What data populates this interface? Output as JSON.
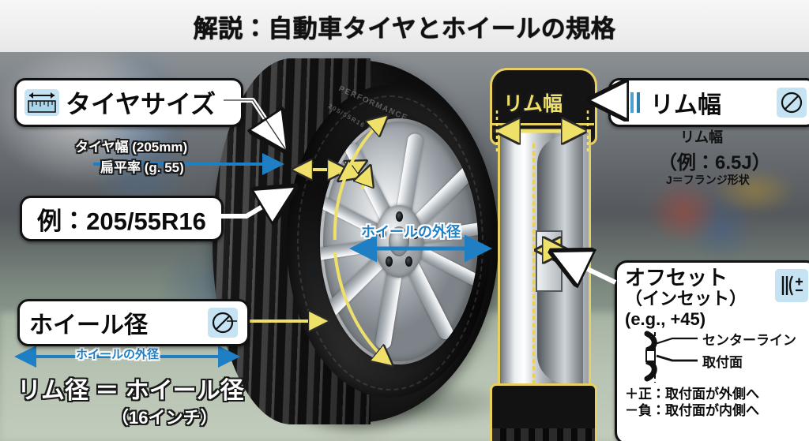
{
  "header": {
    "title": "解説：自動車タイヤとホイールの規格"
  },
  "callouts": {
    "tire_size": {
      "label": "タイヤサイズ",
      "icon": "ruler-icon"
    },
    "wheel_diameter": {
      "label": "ホイール径",
      "icon": "diameter-icon"
    },
    "rim_width": {
      "label": "リム幅",
      "icon_bars": "vertical-bars-icon",
      "icon_diameter": "diameter-icon"
    },
    "offset": {
      "line1": "オフセット",
      "line2": "（インセット）",
      "line3": "(e.g., +45)",
      "icon": "offset-plus-minus-icon"
    }
  },
  "annotations": {
    "tire_width": "タイヤ幅 (205mm)",
    "aspect_ratio": "扁平率 (g. 55)",
    "example_size": "例：205/55R16",
    "wheel_outer_diameter": "ホイールの外径",
    "rim_equals_wheel": "リム径 ＝ ホイール径",
    "rim_inches": "（16インチ）",
    "rim_width_center": "リム幅",
    "rim_width_detail_line1": "リム幅",
    "rim_width_detail_line2": "（例：6.5J）",
    "rim_width_detail_line3": "J＝フランジ形状",
    "center_line": "センターライン",
    "mount_face": "取付面",
    "positive_rule": "＋正：取付面が外側へ",
    "negative_rule": "－負：取付面が内側へ"
  },
  "colors": {
    "accent_blue": "#1f7fc4",
    "accent_yellow": "#efe06a",
    "chip_blue": "#c5e3f2",
    "outline_black": "#111111",
    "title_bar": "#eeeeee"
  }
}
